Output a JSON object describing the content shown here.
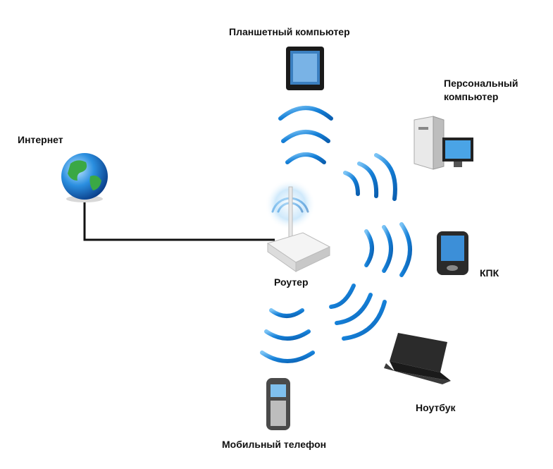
{
  "nodes": {
    "tablet": "Планшетный компьютер",
    "pc_line1": "Персональный",
    "pc_line2": "компьютер",
    "internet": "Интернет",
    "router": "Роутер",
    "pda": "КПК",
    "laptop": "Ноутбук",
    "phone": "Мобильный телефон"
  },
  "colors": {
    "wave": "#1580d8",
    "wave_light": "#7cc4f5",
    "cable": "#111111"
  }
}
